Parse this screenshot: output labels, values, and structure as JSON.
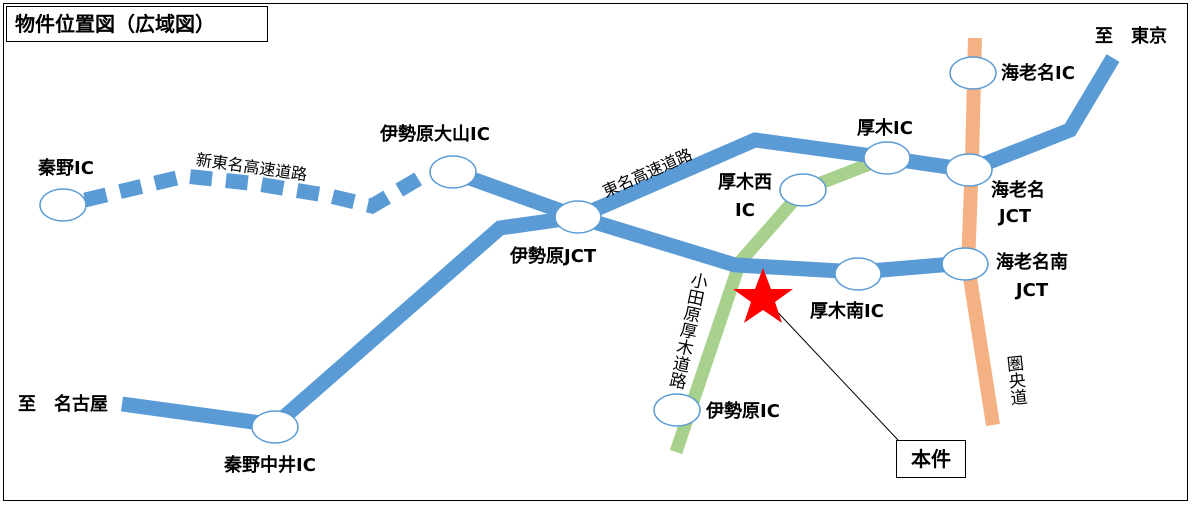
{
  "title": "物件位置図（広域図）",
  "colors": {
    "expressway": "#5b9bd5",
    "odawara_atsugi_road": "#a9d18e",
    "ken_o_do": "#f4b183",
    "marker": "#ff0000",
    "interchange_fill": "#ffffff",
    "interchange_stroke": "#5b9bd5"
  },
  "destinations": {
    "tokyo": "至　東京",
    "nagoya": "至　名古屋"
  },
  "roads": {
    "tomei": "東名高速道路",
    "shin_tomei": "新東名高速道路",
    "odawara_atsugi": "小田原厚木道路",
    "ken_o_do": "圏央道"
  },
  "interchanges": {
    "hadano": "秦野IC",
    "isehara_oyama": "伊勢原大山IC",
    "isehara_jct": "伊勢原JCT",
    "hadano_nakai": "秦野中井IC",
    "atsugi": "厚木IC",
    "atsugi_nishi_line1": "厚木西",
    "atsugi_nishi_line2": "IC",
    "ebina": "海老名IC",
    "ebina_jct_line1": "海老名",
    "ebina_jct_line2": "JCT",
    "ebina_minami_jct_line1": "海老名南",
    "ebina_minami_jct_line2": "JCT",
    "atsugi_minami": "厚木南IC",
    "isehara": "伊勢原IC"
  },
  "property_label": "本件",
  "icons": {
    "property_marker": "red-star-icon",
    "interchange": "white-circle-icon"
  }
}
